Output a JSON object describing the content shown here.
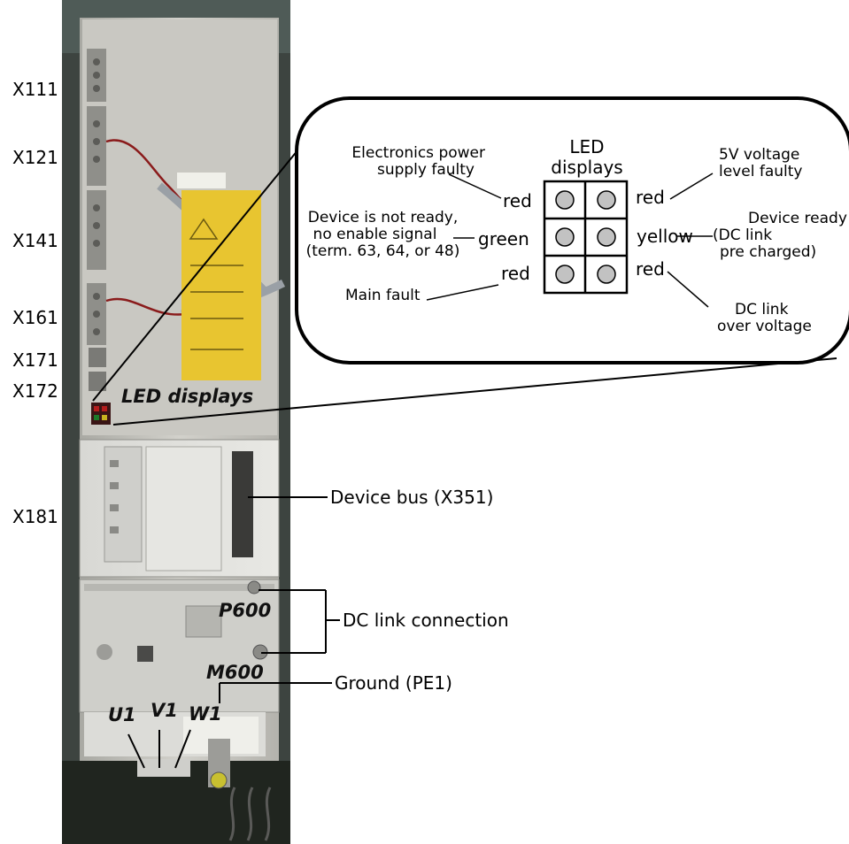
{
  "terminals": {
    "x111": "X111",
    "x121": "X121",
    "x141": "X141",
    "x161": "X161",
    "x171": "X171",
    "x172": "X172",
    "x181": "X181"
  },
  "device_labels": {
    "led_displays": "LED displays",
    "p600": "P600",
    "m600": "M600",
    "u1": "U1",
    "v1": "V1",
    "w1": "W1"
  },
  "callout": {
    "title_line1": "LED",
    "title_line2": "displays",
    "left": [
      {
        "desc1": "Electronics power",
        "desc2": "supply faulty",
        "color": "red"
      },
      {
        "desc1": "Device is not ready,",
        "desc2": "no enable signal",
        "desc3": "(term. 63, 64, or 48)",
        "color": "green"
      },
      {
        "desc1": "Main fault",
        "color": "red"
      }
    ],
    "right": [
      {
        "desc1": "5V voltage",
        "desc2": "level faulty",
        "color": "red"
      },
      {
        "desc1": "Device ready",
        "desc2": "(DC link",
        "desc3": "pre charged)",
        "color": "yellow"
      },
      {
        "desc1": "DC link",
        "desc2": "over voltage",
        "color": "red"
      }
    ]
  },
  "connections": {
    "device_bus": "Device bus (X351)",
    "dc_link": "DC link connection",
    "ground": "Ground (PE1)"
  }
}
